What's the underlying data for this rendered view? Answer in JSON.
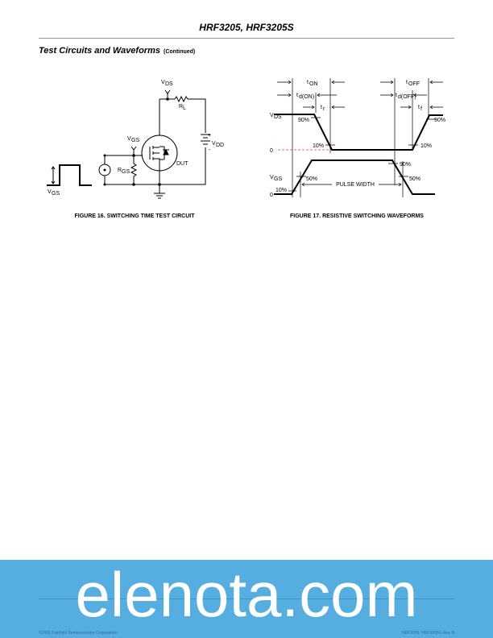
{
  "header": {
    "title": "HRF3205, HRF3205S"
  },
  "section": {
    "title": "Test Circuits and Waveforms",
    "note": "(Continued)"
  },
  "figure16": {
    "caption": "FIGURE 16.  SWITCHING TIME TEST CIRCUIT",
    "labels": {
      "vds": "V",
      "vds_sub": "DS",
      "rl": "R",
      "rl_sub": "L",
      "vdd": "V",
      "vdd_sub": "DD",
      "plus": "+",
      "minus": "-",
      "vgs": "V",
      "vgs_sub": "GS",
      "rgs": "R",
      "rgs_sub": "GS",
      "dut": "DUT",
      "vgs_pulse": "V",
      "vgs_pulse_sub": "GS"
    }
  },
  "figure17": {
    "caption": "FIGURE 17.  RESISTIVE SWITCHING WAVEFORMS",
    "labels": {
      "ton": "t",
      "ton_sub": "ON",
      "toff": "t",
      "toff_sub": "OFF",
      "tdon": "t",
      "tdon_sub": "d(ON)",
      "tdoff": "t",
      "tdoff_sub": "d(OFF)",
      "tr": "t",
      "tr_sub": "r",
      "tf": "t",
      "tf_sub": "f",
      "vds": "V",
      "vds_sub": "DS",
      "vgs": "V",
      "vgs_sub": "GS",
      "zero1": "0",
      "zero2": "0",
      "p90a": "90%",
      "p10a": "10%",
      "p10b": "10%",
      "p90b": "90%",
      "p90c": "90%",
      "p50a": "50%",
      "p50b": "50%",
      "p10c": "10%",
      "pulse_width": "PULSE WIDTH"
    }
  },
  "footer": {
    "left": "©2001 Fairchild Semiconductor Corporation",
    "right": "HRF3205, HRF3205S Rev. B"
  },
  "watermark": {
    "text": "elenota.com",
    "color": "#55ade0"
  }
}
